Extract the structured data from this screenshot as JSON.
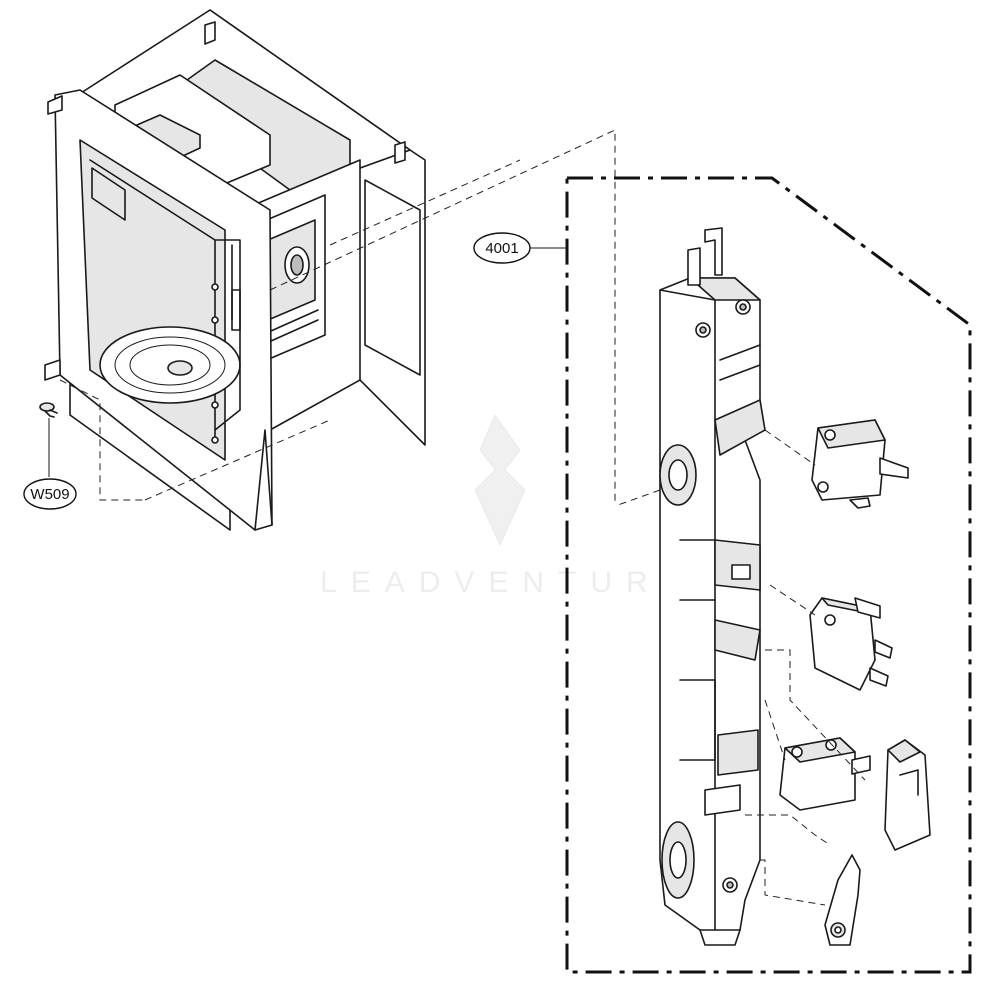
{
  "labels": {
    "assembly": "4001",
    "screw": "W509"
  },
  "watermark": "LEADVENTURE",
  "colors": {
    "line": "#1a1a1a",
    "background": "#ffffff"
  }
}
